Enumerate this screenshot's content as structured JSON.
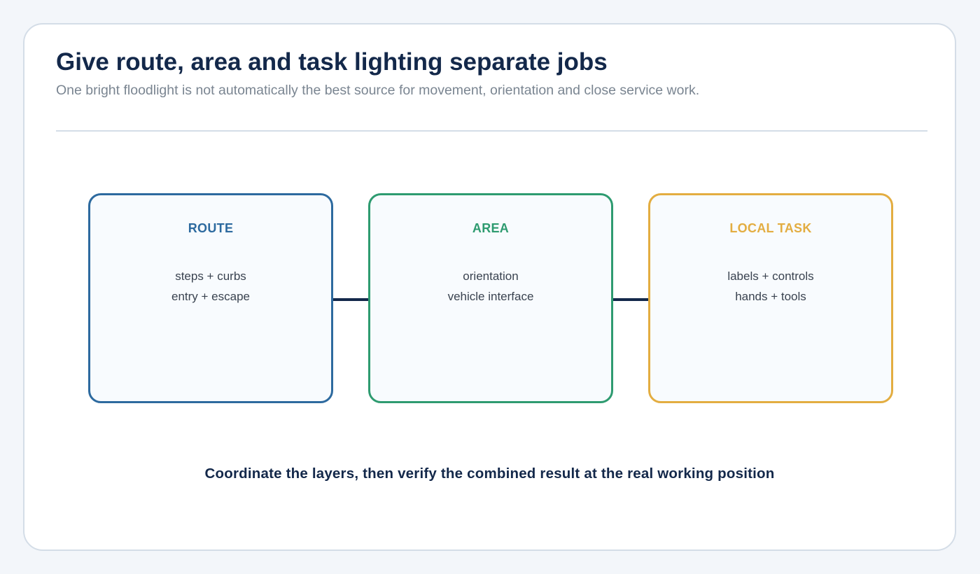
{
  "header": {
    "title": "Give route, area and task lighting separate jobs",
    "subtitle": "One bright floodlight is not automatically the best source for movement, orientation and close service work."
  },
  "diagram": {
    "connector_color": "#13284a",
    "boxes": [
      {
        "title": "ROUTE",
        "lines": [
          "steps + curbs",
          "entry + escape"
        ],
        "color": "#2d6a9f"
      },
      {
        "title": "AREA",
        "lines": [
          "orientation",
          "vehicle interface"
        ],
        "color": "#2e9b70"
      },
      {
        "title": "LOCAL TASK",
        "lines": [
          "labels + controls",
          "hands + tools"
        ],
        "color": "#e3ad41"
      }
    ]
  },
  "footer": {
    "text": "Coordinate the layers, then verify the combined result at the real working position"
  }
}
